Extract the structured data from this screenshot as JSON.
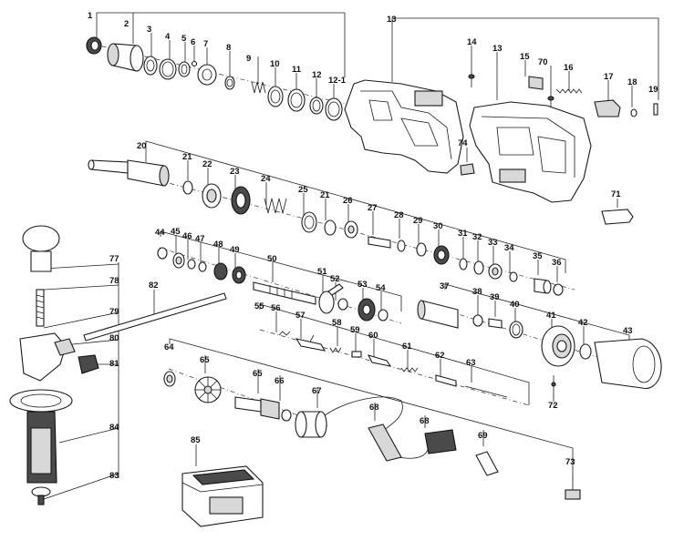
{
  "labels": {
    "p1": "1",
    "p2": "2",
    "p3": "3",
    "p4": "4",
    "p5": "5",
    "p6": "6",
    "p7": "7",
    "p8": "8",
    "p9": "9",
    "p10": "10",
    "p11": "11",
    "p12": "12",
    "p12_1": "12-1",
    "p13a": "13",
    "p13b": "13",
    "p14": "14",
    "p15": "15",
    "p70": "70",
    "p16": "16",
    "p17": "17",
    "p18": "18",
    "p19": "19",
    "p20": "20",
    "p21a": "21",
    "p21b": "21",
    "p22": "22",
    "p23": "23",
    "p24": "24",
    "p25": "25",
    "p26": "26",
    "p27": "27",
    "p28": "28",
    "p29": "29",
    "p30": "30",
    "p31": "31",
    "p32": "32",
    "p33": "33",
    "p34": "34",
    "p35": "35",
    "p36": "36",
    "p74": "74",
    "p71": "71",
    "p44": "44",
    "p45": "45",
    "p46": "46",
    "p47": "47",
    "p48": "48",
    "p49": "49",
    "p50": "50",
    "p51": "51",
    "p52": "52",
    "p53": "53",
    "p54": "54",
    "p55": "55",
    "p56": "56",
    "p57": "57",
    "p58": "58",
    "p59": "59",
    "p60": "60",
    "p61": "61",
    "p62": "62",
    "p63": "63",
    "p37": "37",
    "p38": "38",
    "p39": "39",
    "p40": "40",
    "p41": "41",
    "p42": "42",
    "p43": "43",
    "p72": "72",
    "p77": "77",
    "p78": "78",
    "p79": "79",
    "p80": "80",
    "p81": "81",
    "p82": "82",
    "p84": "84",
    "p83": "83",
    "p64": "64",
    "p65a": "65",
    "p65b": "65",
    "p66": "66",
    "p67": "67",
    "p68a": "68",
    "p68b": "68",
    "p69": "69",
    "p73": "73",
    "p85": "85"
  }
}
